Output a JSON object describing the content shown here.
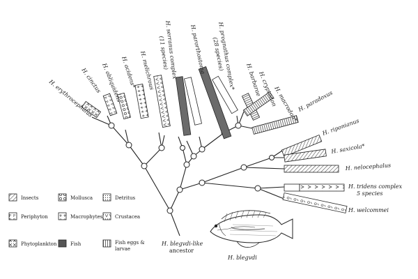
{
  "taxa": {
    "t1": "H. erythrocephalus",
    "t2": "H. cinctus",
    "t3": "H. obliquidens",
    "t4": "H. acidens*",
    "t5": "H. melichrous",
    "t6a": "H. serranus complex",
    "t6b": "(11 species)",
    "t7": "H. parorthostoma",
    "t8a": "H. prognathus complex*",
    "t8b": "(28 species)",
    "t9": "H. barbarae",
    "t10": "H. cryptodon",
    "t11": "H. macrodon*",
    "t12": "H. paradoxus",
    "t13": "H. riponianus",
    "t14": "H. saxicola*",
    "t15": "H. nelocephalus",
    "t16a": "H. tridens complex",
    "t16b": "5 species",
    "t17": "H. welcommei"
  },
  "ancestor": {
    "line1": "H. blegvdi-like",
    "line2": "ancestor"
  },
  "fish_caption": "H. blegvdi",
  "legend": {
    "insects": "Insects",
    "mollusca": "Mollusca",
    "detritus": "Detritus",
    "periphyton": "Periphyton",
    "macrophytes": "Macrophytes",
    "crustacea": "Crustacea",
    "phytoplankton": "Phytoplankton",
    "fish": "Fish",
    "fish_eggs_1": "Fish eggs &",
    "fish_eggs_2": "larvae"
  }
}
